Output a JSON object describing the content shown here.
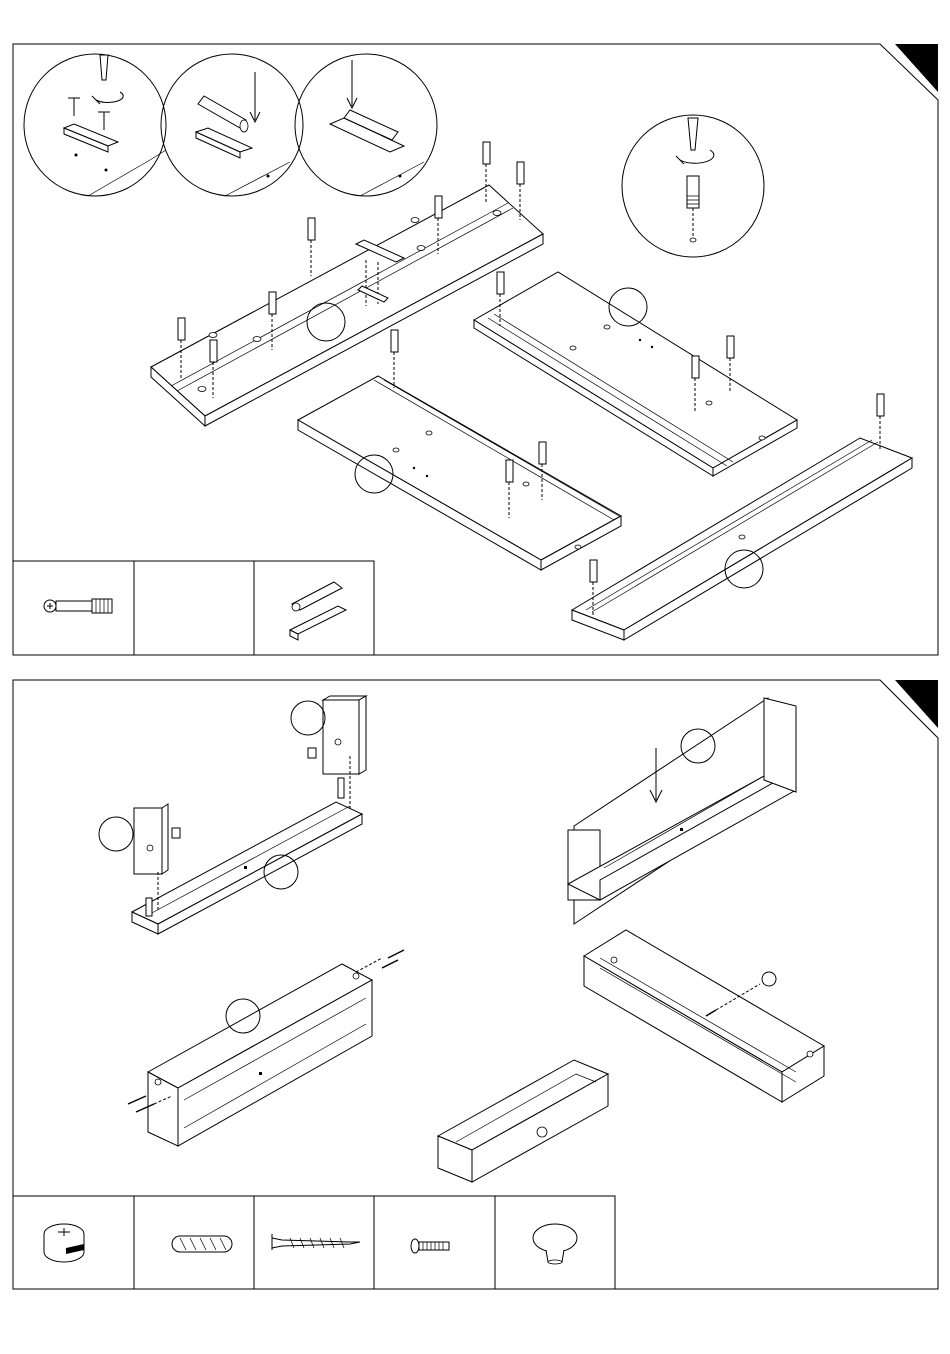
{
  "steps": [
    {
      "id": "step-1",
      "number": ""
    },
    {
      "id": "step-2",
      "number": ""
    }
  ],
  "step1_parts": [
    {
      "icon": "cam-bolt-icon",
      "qty": ""
    },
    {
      "icon": "empty-slot",
      "qty": ""
    },
    {
      "icon": "dowel-and-bracket-icon",
      "qty": ""
    }
  ],
  "step2_parts": [
    {
      "icon": "cam-lock-icon",
      "qty": ""
    },
    {
      "icon": "wooden-dowel-icon",
      "qty": ""
    },
    {
      "icon": "long-wood-screw-icon",
      "qty": ""
    },
    {
      "icon": "short-screw-icon",
      "qty": ""
    },
    {
      "icon": "knob-icon",
      "qty": ""
    }
  ],
  "part_labels": {
    "step1": [
      "",
      "",
      "",
      ""
    ],
    "step2": [
      "",
      "",
      "",
      "",
      ""
    ]
  }
}
